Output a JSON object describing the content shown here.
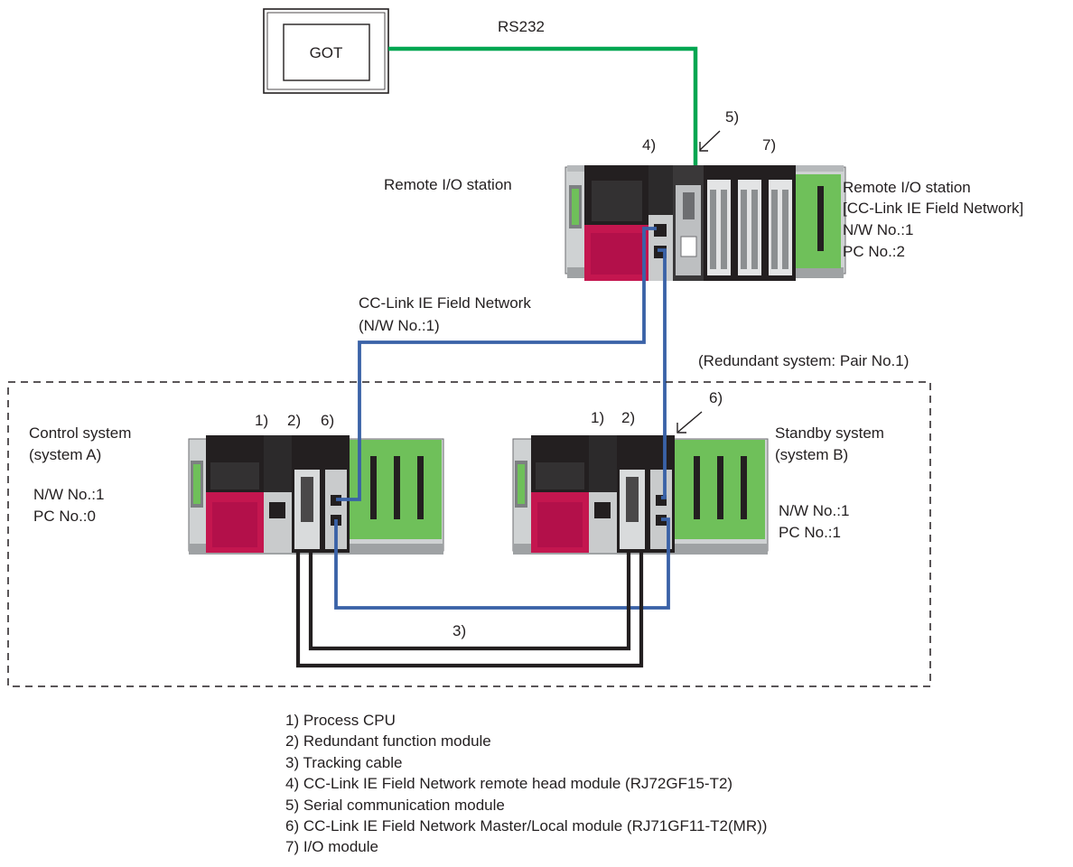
{
  "got": {
    "label": "GOT"
  },
  "links": {
    "rs232_label": "RS232"
  },
  "remote": {
    "title": "Remote I/O station",
    "info": [
      "Remote I/O station",
      "[CC-Link IE Field Network]",
      "N/W No.:1",
      "PC No.:2"
    ],
    "callouts": {
      "head": "4)",
      "serial": "5)",
      "io": "7)"
    }
  },
  "network": {
    "name": "CC-Link IE Field Network",
    "nw": "(N/W No.:1)"
  },
  "redundant": {
    "label": "(Redundant system: Pair No.1)"
  },
  "control": {
    "title": [
      "Control system",
      "(system A)"
    ],
    "info": [
      "N/W No.:1",
      "PC No.:0"
    ],
    "callouts": [
      "1)",
      "2)",
      "6)"
    ]
  },
  "standby": {
    "title": [
      "Standby system",
      "(system B)"
    ],
    "info": [
      "N/W No.:1",
      "PC No.:1"
    ],
    "callouts": [
      "1)",
      "2)",
      "6)"
    ]
  },
  "tracking": {
    "callout": "3)"
  },
  "legend": [
    "1) Process CPU",
    "2) Redundant function module",
    "3) Tracking cable",
    "4) CC-Link IE Field Network remote head module (RJ72GF15-T2)",
    "5) Serial communication module",
    "6) CC-Link IE Field Network Master/Local module (RJ71GF11-T2(MR))",
    "7) I/O module"
  ],
  "colors": {
    "rs232": "#00a651",
    "ethernet": "#3a62a7",
    "tracking": "#231f20",
    "psu": "#c4164f",
    "base": "#6fc05a"
  }
}
